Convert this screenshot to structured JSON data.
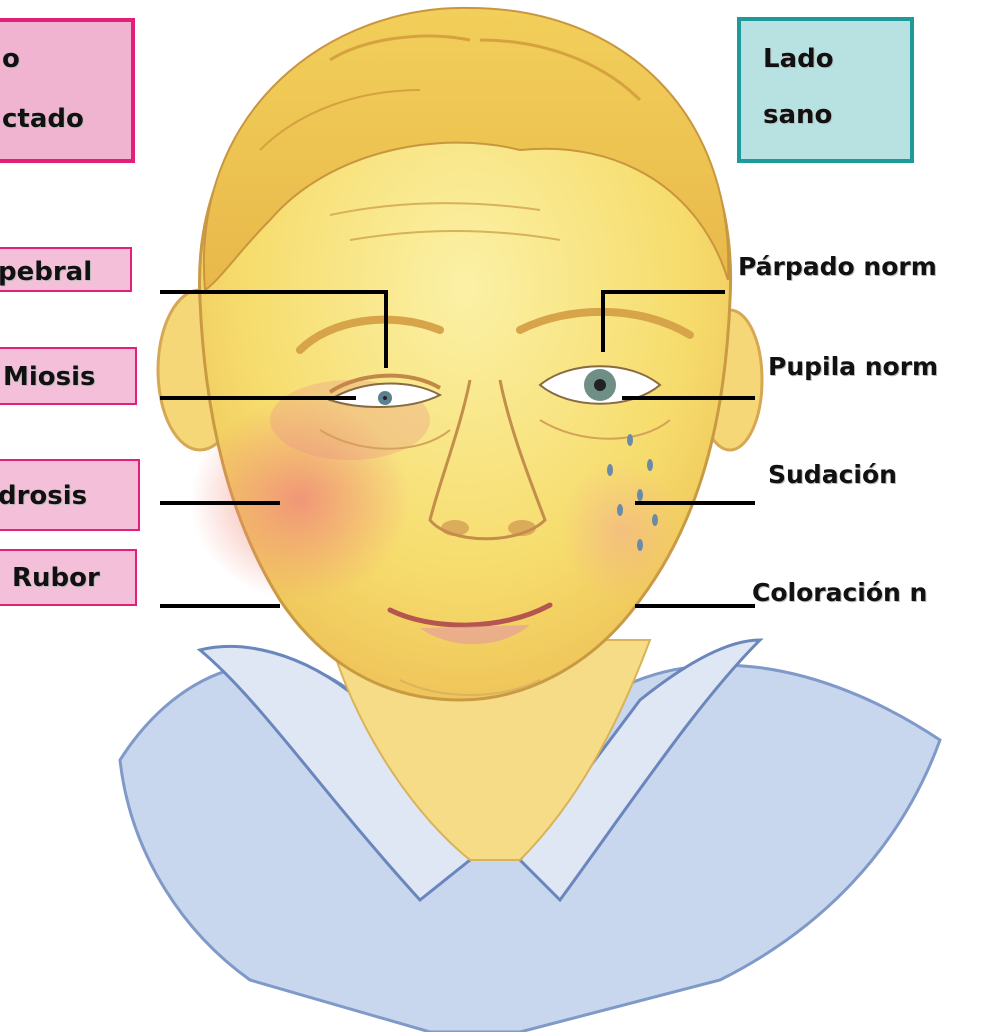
{
  "affected_side": {
    "title_line1": "o",
    "title_line2": "ctado"
  },
  "healthy_side": {
    "title_line1": "Lado",
    "title_line2": "sano"
  },
  "left_labels": {
    "ptosis": "pebral",
    "miosis": "Miosis",
    "anhidrosis": "drosis",
    "rubor": "Rubor"
  },
  "right_labels": {
    "eyelid": "Párpado norm",
    "pupil": "Pupila norm",
    "sweat": "Sudación",
    "color": "Coloración n"
  },
  "colors": {
    "pink_border": "#e2207a",
    "pink_fill": "#f4bfd8",
    "teal_border": "#1f9a9a",
    "teal_fill": "#b8e1e1",
    "skin": "#f8e07a",
    "shirt": "#9fb7dc"
  }
}
